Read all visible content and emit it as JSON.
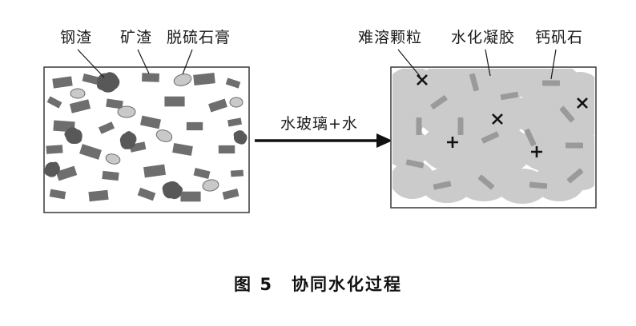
{
  "figure": {
    "before_labels": [
      "钢渣",
      "矿渣",
      "脱硫石膏"
    ],
    "arrow_label": "水玻璃+水",
    "after_labels": [
      "难溶颗粒",
      "水化凝胶",
      "钙矾石"
    ],
    "caption": "图 5　协同水化过程",
    "colors": {
      "particle_dark": "#6e6e6e",
      "slag_blob": "#585858",
      "gypsum_light": "#c9c9c9",
      "gel": "#cbcbcb",
      "rod": "#9a9a9a",
      "mark": "#111111",
      "box_border": "#444444"
    }
  }
}
